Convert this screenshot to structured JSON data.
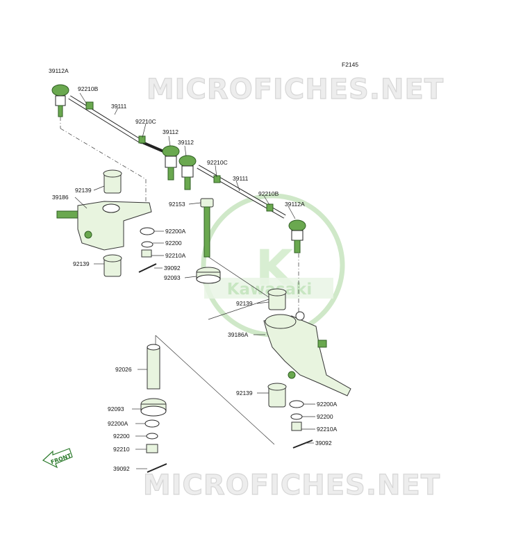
{
  "figure": {
    "code": "F2145"
  },
  "watermark": {
    "top": "MICROFICHES.NET",
    "bottom": "MICROFICHES.NET"
  },
  "logo": {
    "brand": "Kawasaki",
    "mark": "K"
  },
  "front_arrow": {
    "label": "FRONT"
  },
  "labels": {
    "l_39112A_top": "39112A",
    "l_92210B_top": "92210B",
    "l_39111_top": "39111",
    "l_92210C_top": "92210C",
    "l_39112_a": "39112",
    "l_39112_b": "39112",
    "l_92210C_mid": "92210C",
    "l_39111_mid": "39111",
    "l_92210B_mid": "92210B",
    "l_39112A_right": "39112A",
    "l_92139_left_top": "92139",
    "l_39186": "39186",
    "l_92153": "92153",
    "l_92200A_left": "92200A",
    "l_92200_left": "92200",
    "l_92210A_left": "92210A",
    "l_92139_left_bot": "92139",
    "l_39092_left": "39092",
    "l_92093_mid": "92093",
    "l_92139_right_top": "92139",
    "l_39186A": "39186A",
    "l_92026": "92026",
    "l_92139_right_bot": "92139",
    "l_92200A_right": "92200A",
    "l_92200_right": "92200",
    "l_92210A_right": "92210A",
    "l_39092_right": "39092",
    "l_92093_low": "92093",
    "l_92200A_low": "92200A",
    "l_92200_low": "92200",
    "l_92210_low": "92210",
    "l_39092_low": "39092"
  }
}
